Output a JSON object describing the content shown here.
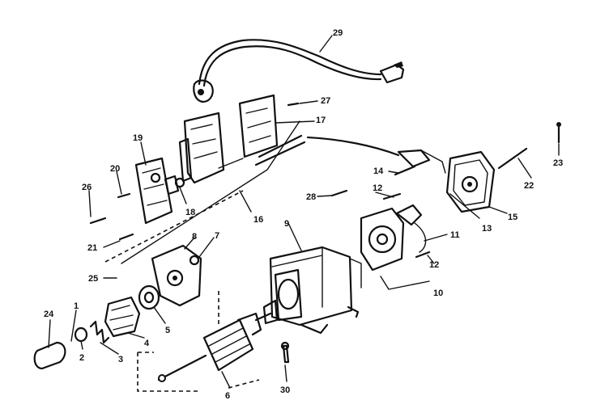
{
  "diagram": {
    "callouts": [
      {
        "id": "c29top",
        "text": "29"
      },
      {
        "id": "c27",
        "text": "27"
      },
      {
        "id": "c17",
        "text": "17"
      },
      {
        "id": "c19",
        "text": "19"
      },
      {
        "id": "c20",
        "text": "20"
      },
      {
        "id": "c26",
        "text": "26"
      },
      {
        "id": "c18",
        "text": "18"
      },
      {
        "id": "c16",
        "text": "16"
      },
      {
        "id": "c21",
        "text": "21"
      },
      {
        "id": "c14",
        "text": "14"
      },
      {
        "id": "c12a",
        "text": "12"
      },
      {
        "id": "c28",
        "text": "28"
      },
      {
        "id": "c22",
        "text": "22"
      },
      {
        "id": "c23",
        "text": "23"
      },
      {
        "id": "c15",
        "text": "15"
      },
      {
        "id": "c13",
        "text": "13"
      },
      {
        "id": "c11",
        "text": "11"
      },
      {
        "id": "c12b",
        "text": "12"
      },
      {
        "id": "c10",
        "text": "10"
      },
      {
        "id": "c9",
        "text": "9"
      },
      {
        "id": "c8",
        "text": "8"
      },
      {
        "id": "c7",
        "text": "7"
      },
      {
        "id": "c25",
        "text": "25"
      },
      {
        "id": "c5",
        "text": "5"
      },
      {
        "id": "c4",
        "text": "4"
      },
      {
        "id": "c24",
        "text": "24"
      },
      {
        "id": "c1",
        "text": "1"
      },
      {
        "id": "c2",
        "text": "2"
      },
      {
        "id": "c3",
        "text": "3"
      },
      {
        "id": "c6",
        "text": "6"
      },
      {
        "id": "c30",
        "text": "30"
      }
    ]
  }
}
